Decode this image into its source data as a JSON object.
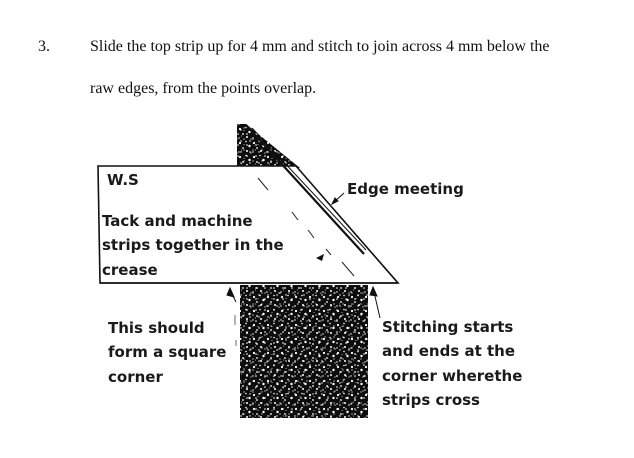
{
  "instruction": {
    "number": "3.",
    "line1": "Slide the top strip up for 4 mm and stitch to join across 4 mm below the",
    "line2": "raw edges, from the points overlap."
  },
  "diagram": {
    "ws_label": "W.S",
    "edge_label": "Edge meeting",
    "tack_lines": [
      "Tack and machine",
      "strips together in the",
      "crease"
    ],
    "square_lines": [
      "This should",
      "form a square",
      "corner"
    ],
    "stitch_lines": [
      "Stitching starts",
      "and ends at the",
      "corner wherethe",
      "strips cross"
    ]
  }
}
